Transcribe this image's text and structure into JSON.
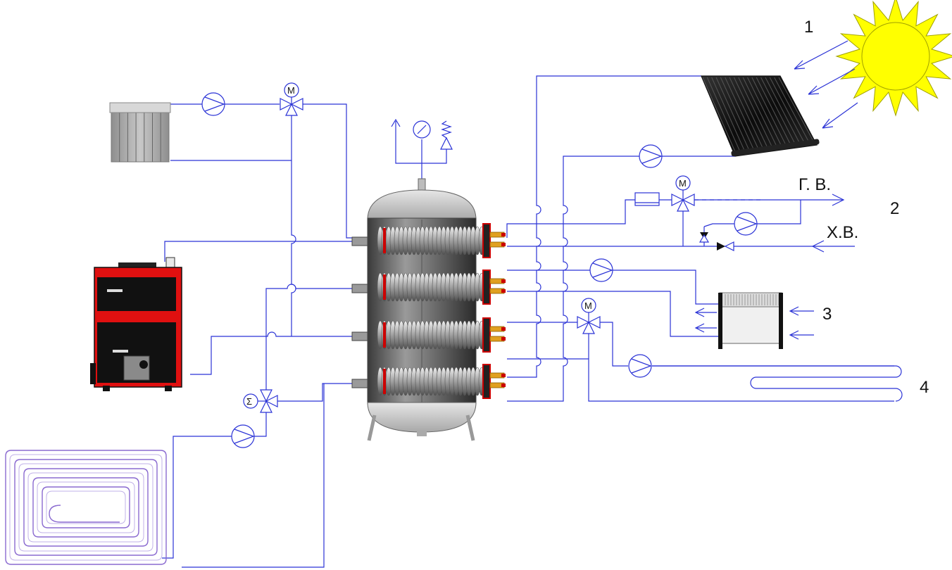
{
  "labels": {
    "solar": "1",
    "dhw": "2",
    "fan_coil": "3",
    "floor_loop": "4",
    "hot_water": "Г. В.",
    "cold_water": "Х.В."
  },
  "symbols": {
    "motor": "M",
    "mixer": "Σ"
  },
  "colors": {
    "pipe": "#2b33d6",
    "boiler_body": "#e01010",
    "sun": "#ffff00",
    "flange": "#cc0000",
    "floor_heating_pipe": "#8a6ad0"
  }
}
